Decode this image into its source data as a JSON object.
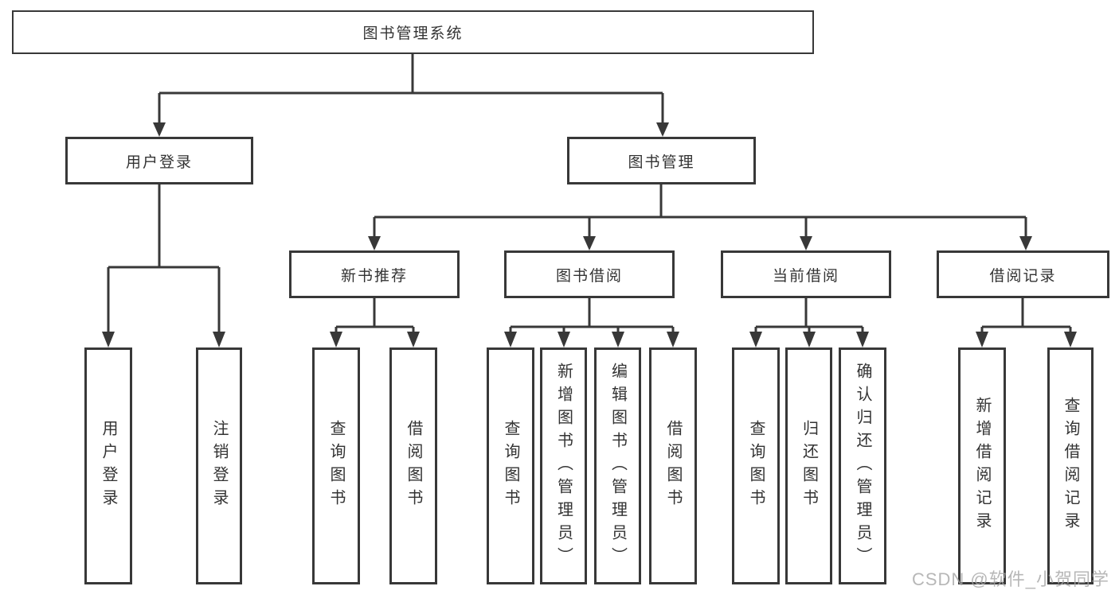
{
  "tree": {
    "root": {
      "label": "图书管理系统"
    },
    "user_login": {
      "label": "用户登录",
      "children": [
        {
          "label": "用户登录"
        },
        {
          "label": "注销登录"
        }
      ]
    },
    "book_mgmt": {
      "label": "图书管理",
      "children": [
        {
          "label": "新书推荐",
          "children": [
            {
              "label": "查询图书"
            },
            {
              "label": "借阅图书"
            }
          ]
        },
        {
          "label": "图书借阅",
          "children": [
            {
              "label": "查询图书"
            },
            {
              "label": "新增图书（管理员）"
            },
            {
              "label": "编辑图书（管理员）"
            },
            {
              "label": "借阅图书"
            }
          ]
        },
        {
          "label": "当前借阅",
          "children": [
            {
              "label": "查询图书"
            },
            {
              "label": "归还图书"
            },
            {
              "label": "确认归还（管理员）"
            }
          ]
        },
        {
          "label": "借阅记录",
          "children": [
            {
              "label": "新增借阅记录"
            },
            {
              "label": "查询借阅记录"
            }
          ]
        }
      ]
    }
  },
  "watermark": {
    "text": "CSDN @软件_小贺同学"
  },
  "colors": {
    "line": "#383838",
    "box_border": "#383838",
    "text": "#333333",
    "background": "#ffffff",
    "watermark": "#a5a5a5"
  }
}
